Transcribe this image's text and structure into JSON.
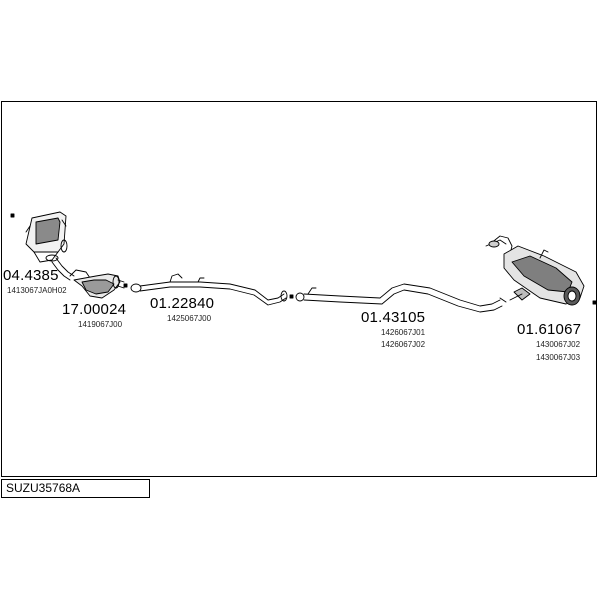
{
  "diagram_code": "SUZU35768A",
  "parts": [
    {
      "id": "front-pipe",
      "number": "04.4385",
      "oem_refs": [
        "1413067JA0H02"
      ]
    },
    {
      "id": "catalytic-converter",
      "number": "17.00024",
      "oem_refs": [
        "1419067J00"
      ]
    },
    {
      "id": "middle-pipe",
      "number": "01.22840",
      "oem_refs": [
        "1425067J00"
      ]
    },
    {
      "id": "center-pipe",
      "number": "01.43105",
      "oem_refs": [
        "1426067J01",
        "1426067J02"
      ]
    },
    {
      "id": "rear-silencer",
      "number": "01.61067",
      "oem_refs": [
        "1430067J02",
        "1430067J03"
      ]
    }
  ]
}
